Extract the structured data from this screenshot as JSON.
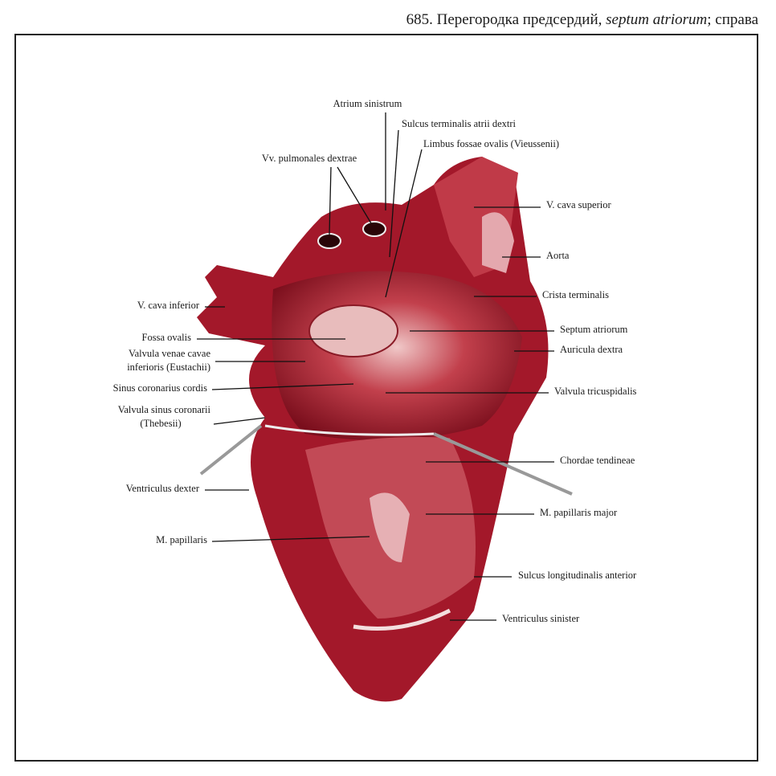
{
  "title": {
    "number_ru": "685. Перегородка предсердий, ",
    "latin": "septum atriorum",
    "suffix": "; справа"
  },
  "labels": {
    "atrium_sinistrum": "Atrium sinistrum",
    "sulcus_terminalis": "Sulcus terminalis atrii dextri",
    "limbus_fossae": "Limbus fossae ovalis (Vieussenii)",
    "vv_pulmonales": "Vv. pulmonales dextrae",
    "v_cava_superior": "V. cava superior",
    "aorta": "Aorta",
    "crista_terminalis": "Crista terminalis",
    "septum_atriorum": "Septum atriorum",
    "auricula_dextra": "Auricula dextra",
    "valvula_tricuspidalis": "Valvula tricuspidalis",
    "chordae_tendineae": "Chordae tendineae",
    "m_papillaris_major": "M. papillaris major",
    "sulcus_longitudinalis": "Sulcus longitudinalis anterior",
    "ventriculus_sinister": "Ventriculus sinister",
    "v_cava_inferior": "V. cava inferior",
    "fossa_ovalis": "Fossa ovalis",
    "valvula_vcv_1": "Valvula venae cavae",
    "valvula_vcv_2": "inferioris (Eustachii)",
    "sinus_coronarius": "Sinus coronarius cordis",
    "valvula_sinus_1": "Valvula sinus coronarii",
    "valvula_sinus_2": "(Thebesii)",
    "ventriculus_dexter": "Ventriculus dexter",
    "m_papillaris": "M. papillaris"
  },
  "colors": {
    "tissue": "#a3182a",
    "tissue_dark": "#5e0a16",
    "tissue_light": "#e9b3b3"
  }
}
